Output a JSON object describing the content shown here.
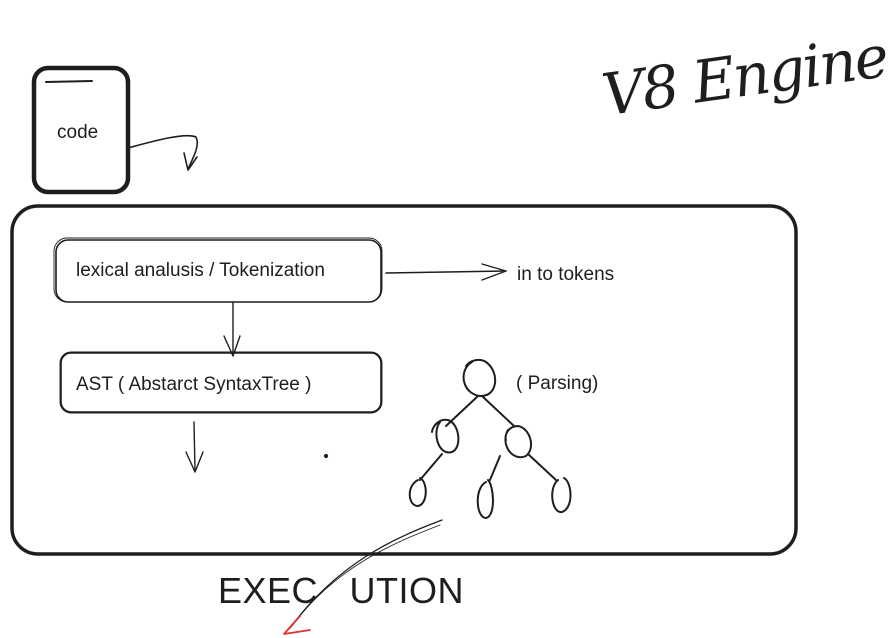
{
  "title": "V8 Engine",
  "nodes": {
    "code": "code",
    "lexical": "lexical analusis / Tokenization",
    "tokens": "in to tokens",
    "ast": "AST ( Abstarct SyntaxTree )",
    "parsing": "( Parsing)",
    "execution": "EXEC   UTION"
  },
  "colors": {
    "stroke": "#1e1e1e",
    "accent": "#e03131",
    "background": "#ffffff"
  }
}
